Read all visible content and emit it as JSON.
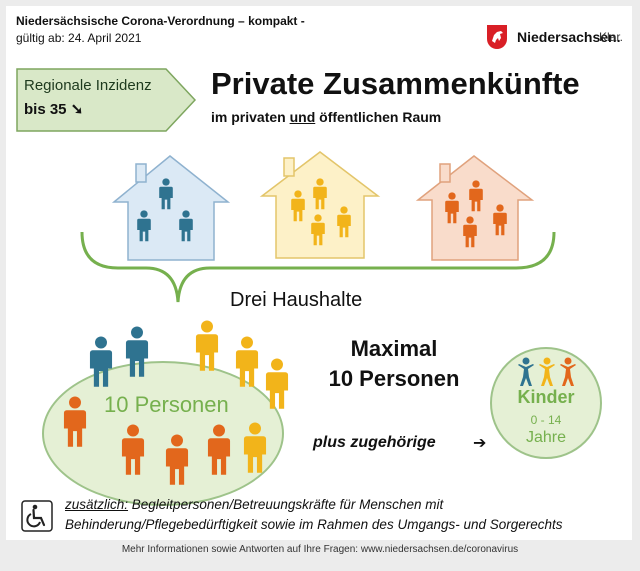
{
  "header": {
    "line1": "Niedersächsische Corona-Verordnung – kompakt -",
    "line2": "gültig ab: 24. April 2021"
  },
  "brand": {
    "name": "Niedersachsen.",
    "suffix": "Klar."
  },
  "incidence": {
    "line1": "Regionale Inzidenz",
    "line2": "bis 35 ➘"
  },
  "title": "Private Zusammenkünfte",
  "subtitle": {
    "pre": "im privaten ",
    "underlined": "und",
    "post": " öffentlichen Raum"
  },
  "households_label": "Drei Haushalte",
  "group_label": "10 Personen",
  "maximum": {
    "line1": "Maximal",
    "line2": "10 Personen"
  },
  "plus_text": "plus zugehörige",
  "plus_arrow": "➔",
  "kids": {
    "label": "Kinder",
    "age_range": "0 - 14",
    "unit": "Jahre"
  },
  "note": {
    "lead": "zusätzlich:",
    "line1_rest": " Begleitpersonen/Betreuungskräfte für Menschen mit",
    "line2": "Behinderung/Pflegebedürftigkeit sowie im Rahmen des Umgangs- und Sorgerechts"
  },
  "footer": "Mehr Informationen sowie Antworten auf Ihre Fragen: www.niedersachsen.de/coronavirus",
  "colors": {
    "green_accent": "#76b04e",
    "house_blue": "#dbe9f5",
    "house_yellow": "#fdf1c8",
    "house_orange": "#f9dccb",
    "person_blue": "#2f7390",
    "person_yellow": "#f2b41a",
    "person_orange": "#e2671c"
  }
}
